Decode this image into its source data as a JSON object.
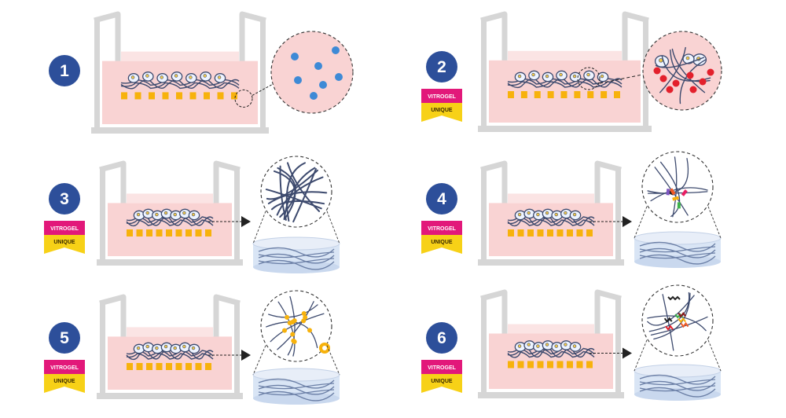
{
  "colors": {
    "step_badge": "#2d4f9a",
    "ribbon_top": "#e2187a",
    "ribbon_bottom": "#f7d117",
    "insert_frame": "#d6d6d6",
    "medium": "#f9d3d3",
    "pores": "#f7b20c",
    "fibers": "#3d4a6e",
    "dish": "#d9e5f5"
  },
  "ribbon": {
    "top": "VITROGEL",
    "bottom": "UNIQUE"
  },
  "steps": [
    {
      "number": "1",
      "has_ribbon": false,
      "zoom_content": "blue-dots",
      "bottom_dish": false
    },
    {
      "number": "2",
      "has_ribbon": true,
      "zoom_content": "cells-on-hydrogel-red-dots",
      "bottom_dish": false
    },
    {
      "number": "3",
      "has_ribbon": true,
      "zoom_content": "dense-fiber-network",
      "bottom_dish": true
    },
    {
      "number": "4",
      "has_ribbon": true,
      "zoom_content": "fibers-with-colored-ligands",
      "bottom_dish": true
    },
    {
      "number": "5",
      "has_ribbon": true,
      "zoom_content": "fibers-with-yellow-nodes",
      "bottom_dish": true
    },
    {
      "number": "6",
      "has_ribbon": true,
      "zoom_content": "fibers-with-colored-molecules",
      "bottom_dish": true
    }
  ]
}
